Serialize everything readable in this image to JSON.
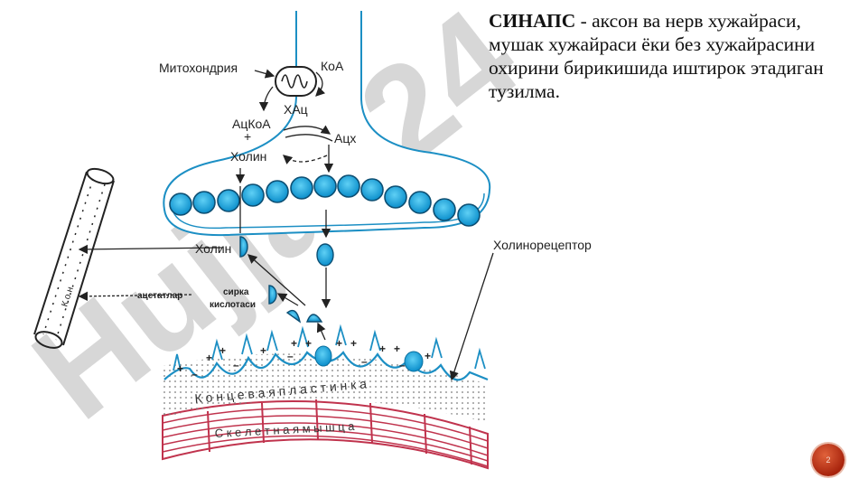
{
  "caption": {
    "title": "СИНАПС",
    "text": " - аксон ва нерв хужайраси, мушак хужайраси ёки без хужайрасини охирини бирикишида иштирок этадиган тузилма."
  },
  "labels": {
    "mitochondria": "Митохондрия",
    "coa": "КоА",
    "chac": "ХАц",
    "accoa": "АцКоА",
    "plus": "+",
    "cholin_top": "Холин",
    "ach": "Ацх",
    "cholin": "Холин",
    "cholinoreceptor": "Холинорецептор",
    "acetates": "ацетатлар",
    "acetic_line1": "сирка",
    "acetic_line2": "кислотаси",
    "blood_vessel": "К о н",
    "end_plate": "К о н ц е в а я   п л а с т и н к а",
    "muscle": "С к е л е т н а я   м ы ш ц а"
  },
  "watermark": "Hujjat 24",
  "slide_number": "2",
  "colors": {
    "vesicle": "#1aa6e0",
    "membrane": "#1c8fc4",
    "muscle": "#c0334d",
    "watermark_gray": "#b8b8b8",
    "watermark_purple": "#c9a6f0"
  }
}
